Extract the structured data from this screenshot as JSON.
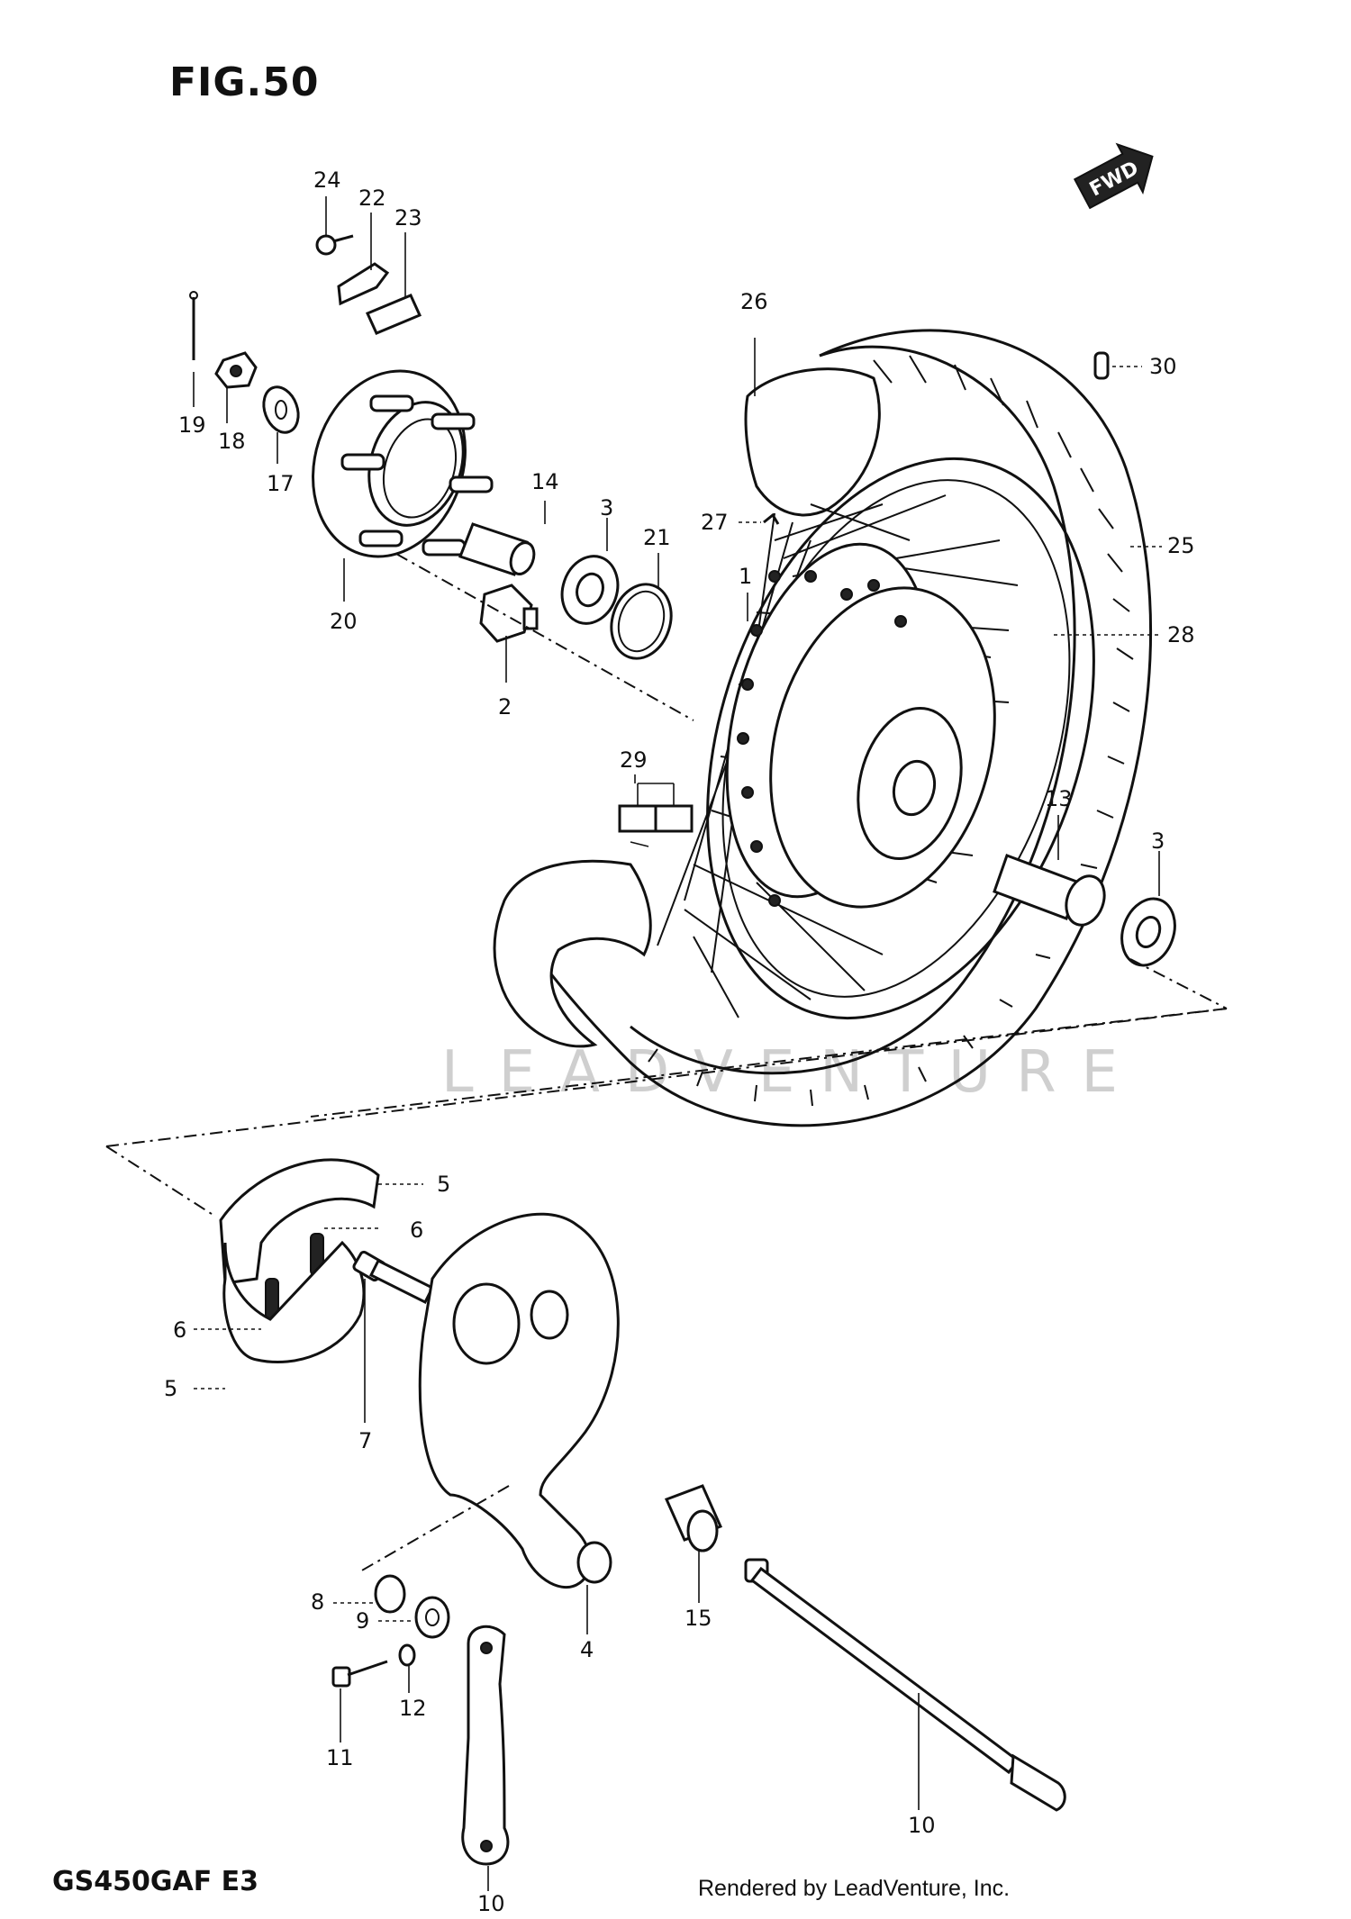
{
  "figure": {
    "title": "FIG.50",
    "model": "GS450GAF E3",
    "credit": "Rendered by LeadVenture, Inc.",
    "watermark": "LEADVENTURE",
    "fwd_label": "FWD"
  },
  "callouts": [
    {
      "id": "c1",
      "label": "1"
    },
    {
      "id": "c2",
      "label": "2"
    },
    {
      "id": "c3a",
      "label": "3"
    },
    {
      "id": "c3b",
      "label": "3"
    },
    {
      "id": "c4",
      "label": "4"
    },
    {
      "id": "c5a",
      "label": "5"
    },
    {
      "id": "c5b",
      "label": "5"
    },
    {
      "id": "c6a",
      "label": "6"
    },
    {
      "id": "c6b",
      "label": "6"
    },
    {
      "id": "c7",
      "label": "7"
    },
    {
      "id": "c8",
      "label": "8"
    },
    {
      "id": "c9",
      "label": "9"
    },
    {
      "id": "c10a",
      "label": "10"
    },
    {
      "id": "c10b",
      "label": "10"
    },
    {
      "id": "c11",
      "label": "11"
    },
    {
      "id": "c12",
      "label": "12"
    },
    {
      "id": "c13",
      "label": "13"
    },
    {
      "id": "c14",
      "label": "14"
    },
    {
      "id": "c15",
      "label": "15"
    },
    {
      "id": "c17",
      "label": "17"
    },
    {
      "id": "c18",
      "label": "18"
    },
    {
      "id": "c19",
      "label": "19"
    },
    {
      "id": "c20",
      "label": "20"
    },
    {
      "id": "c21",
      "label": "21"
    },
    {
      "id": "c22",
      "label": "22"
    },
    {
      "id": "c23",
      "label": "23"
    },
    {
      "id": "c24",
      "label": "24"
    },
    {
      "id": "c25",
      "label": "25"
    },
    {
      "id": "c26",
      "label": "26"
    },
    {
      "id": "c27",
      "label": "27"
    },
    {
      "id": "c28",
      "label": "28"
    },
    {
      "id": "c29",
      "label": "29"
    },
    {
      "id": "c30",
      "label": "30"
    }
  ]
}
